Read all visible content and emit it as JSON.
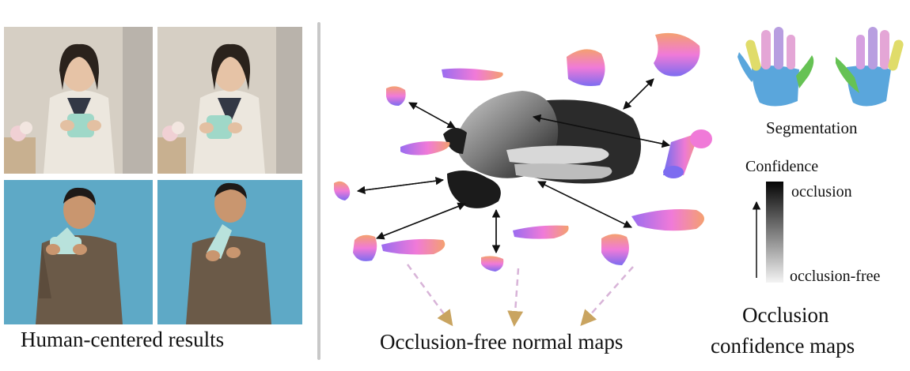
{
  "left_panel": {
    "caption": "Human-centered results",
    "photos": [
      {
        "name": "photo-woman-1",
        "background": "#d8d2c8",
        "shirt": "#ece8e0",
        "object": "#9fd8c8"
      },
      {
        "name": "photo-woman-2",
        "background": "#d8d2c8",
        "shirt": "#ece8e0",
        "object": "#9fd8c8"
      },
      {
        "name": "photo-man-1",
        "background": "#5ea9c6",
        "shirt": "#6b5a48",
        "object": "#b9e2dc"
      },
      {
        "name": "photo-man-2",
        "background": "#5ea9c6",
        "shirt": "#6b5a48",
        "object": "#b9e2dc"
      }
    ]
  },
  "middle_panel": {
    "caption": "Occlusion-free normal maps"
  },
  "right_panel": {
    "segmentation_label": "Segmentation",
    "confidence_title": "Confidence",
    "scale_high": "occlusion",
    "scale_low": "occlusion-free",
    "caption_line1": "Occlusion",
    "caption_line2": "confidence maps"
  },
  "colors": {
    "normal_pink": "#f07ad8",
    "normal_purple": "#9a6cf0",
    "normal_orange": "#f4a070",
    "arrow_dashed": "#d8b4d8",
    "arrowhead_dashed": "#c9a460",
    "skin_blue": "#5aa6dc",
    "finger_yellow": "#e0dc6a",
    "finger_pink": "#e4a6d6",
    "finger_purple": "#b89ee0",
    "finger_green": "#66c254"
  }
}
